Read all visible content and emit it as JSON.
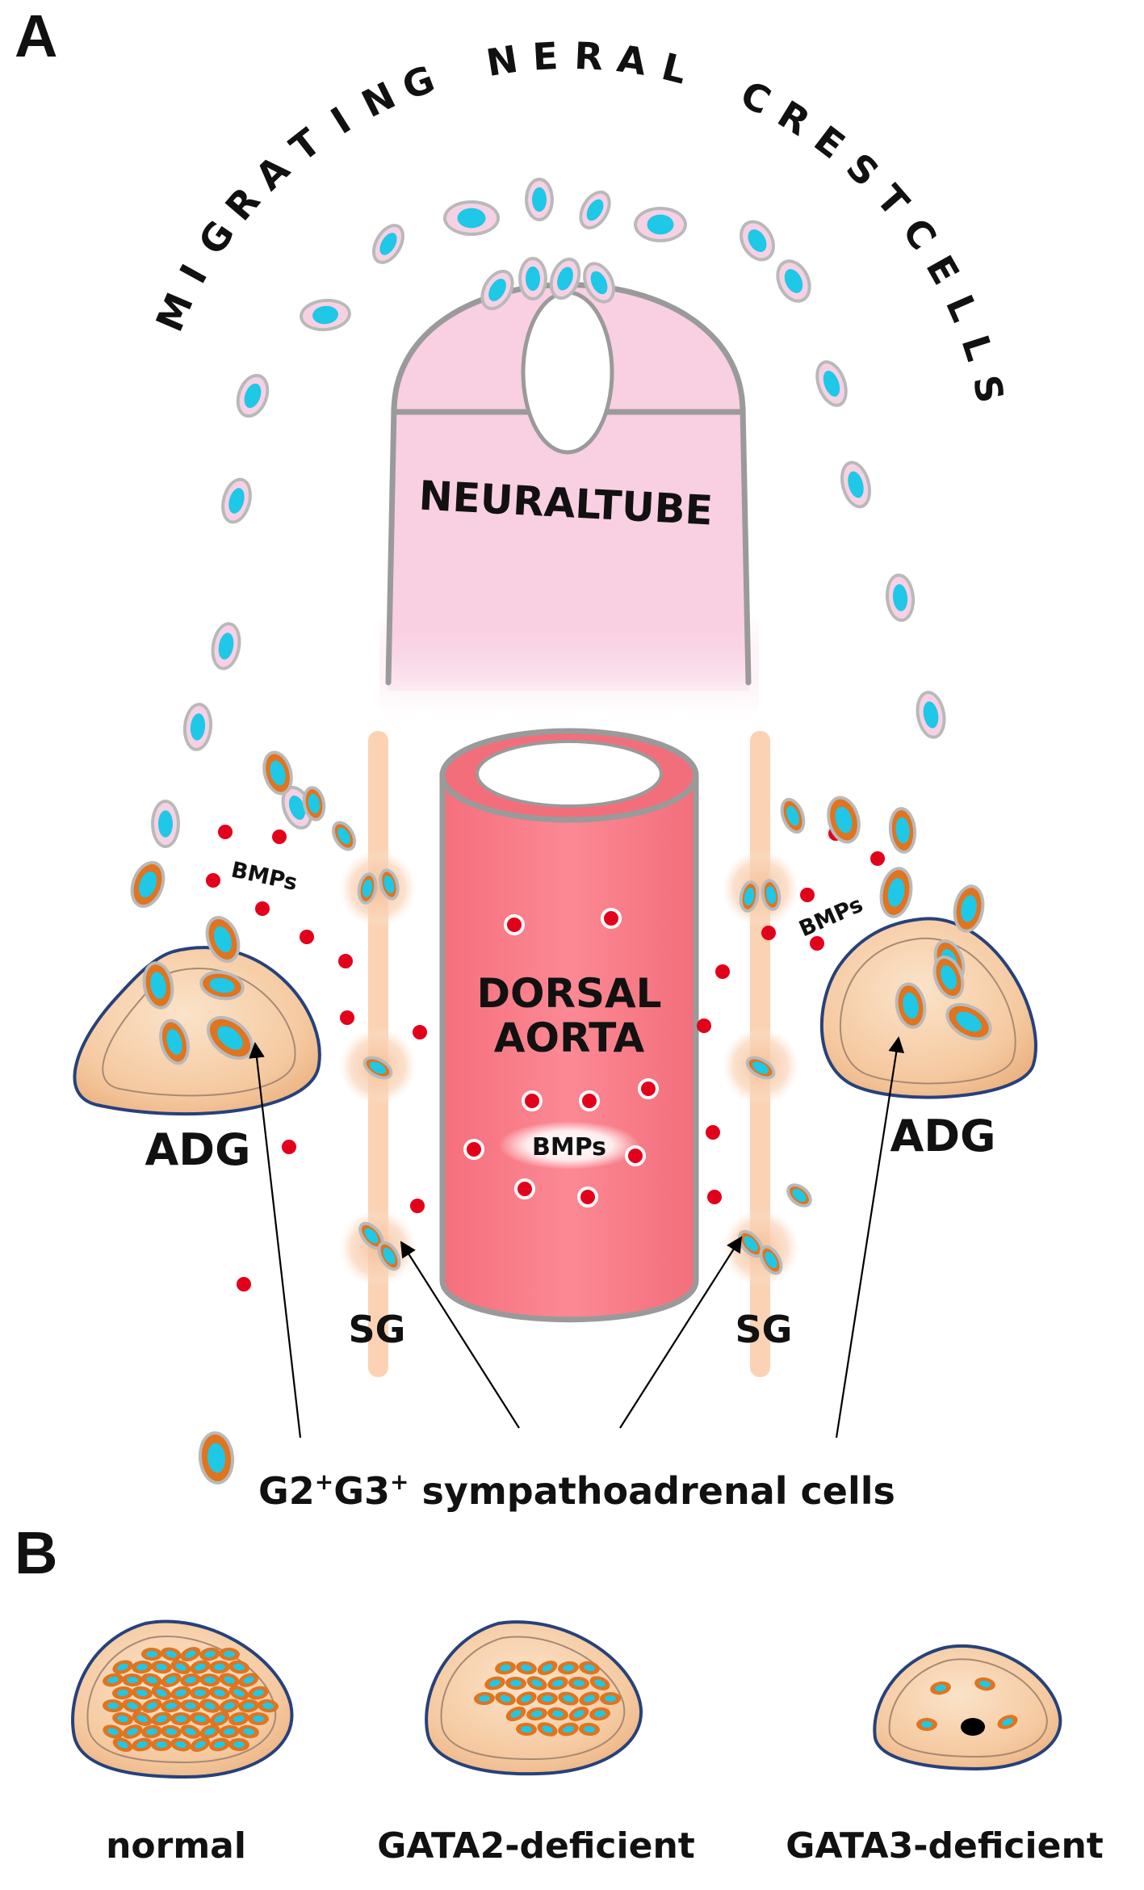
{
  "panels": {
    "a": "A",
    "b": "B"
  },
  "arc_title": "MIGRATING NERAL CRESTCELLS",
  "neural_tube_label": "NEURALTUBE",
  "dorsal_aorta_label": [
    "DORSAL",
    "AORTA"
  ],
  "bmps_label": "BMPs",
  "adg_label": "ADG",
  "sg_label": "SG",
  "legend": {
    "prefix_g2": "G2",
    "sup_plus": "+",
    "g3": "G3",
    "suffix": " sympathoadrenal cells"
  },
  "conditions": [
    "normal",
    "GATA2-deficient",
    "GATA3-deficient"
  ],
  "colors": {
    "neural_tube": "#f9cfe2",
    "outline_gray": "#9a9a9a",
    "aorta": "#f97d88",
    "nucleus": "#1ec8e6",
    "sa_cell_orange": "#e0741f",
    "gland": "#f5c9a0",
    "gland_border": "#27417a",
    "bmp_dot": "#e3001b",
    "sympathetic_chain": "#fbd3b4"
  }
}
